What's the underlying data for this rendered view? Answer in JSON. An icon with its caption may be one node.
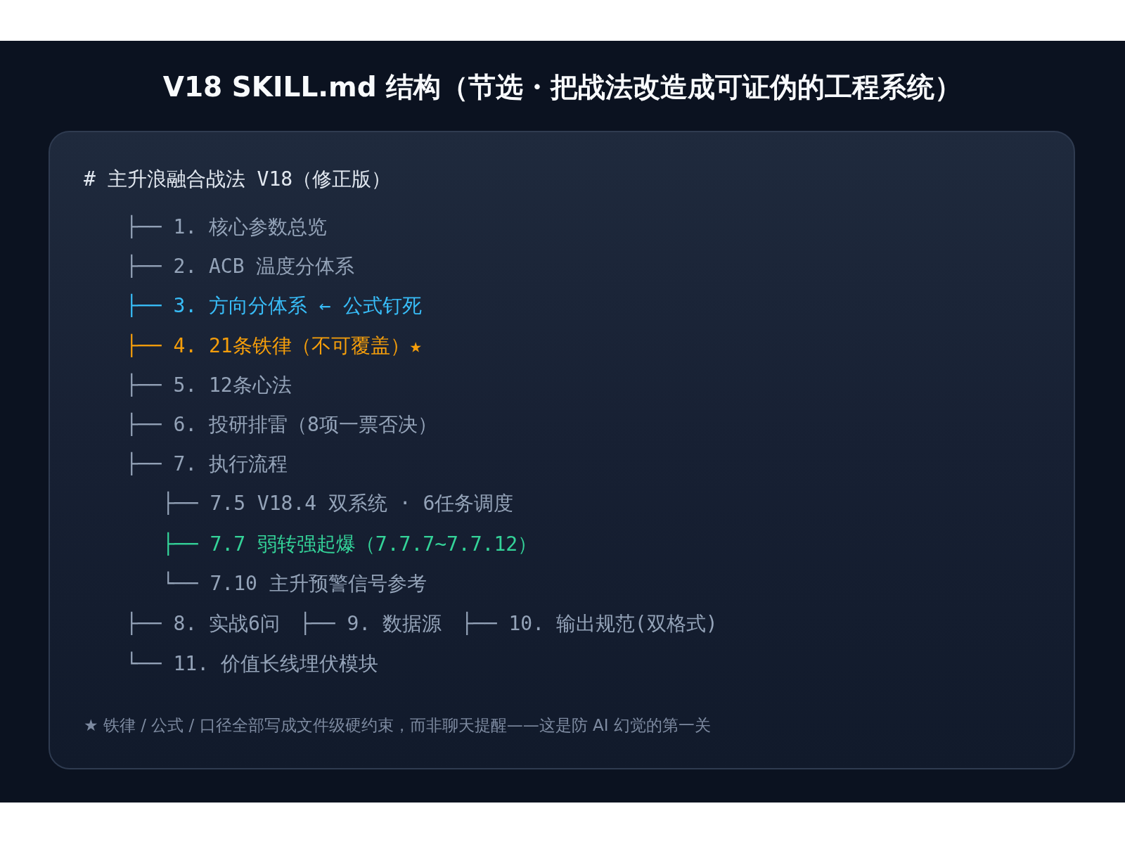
{
  "diagram": {
    "title": "V18 SKILL.md 结构（节选・把战法改造成可证伪的工程系统）",
    "nodes": [
      {
        "text": [
          "# 主升浪融合战法 V18（修正版）",
          "├── 1. 核心参数总览",
          "├── 2. ACB 温度分体系",
          "├── 3. 方向分体系 ← 公式钉死",
          "├── 4. 21条铁律（不可覆盖）★",
          "├── 5. 12条心法",
          "├── 6. 投研排雷（8项一票否决）",
          "├── 7. 执行流程",
          "├── 7.5 V18.4 双系统 · 6任务调度",
          "├── 7.7 弱转强起爆（7.7.7~7.7.12）",
          "└── 7.10 主升预警信号参考",
          "├── 8. 实战6问",
          "├── 9. 数据源",
          "├── 10. 输出规范(双格式)",
          "└── 11. 价值长线埋伏模块",
          "★ 铁律 / 公式 / 口径全部写成文件级硬约束，而非聊天提醒——这是防 AI 幻觉的第一关"
        ]
      }
    ]
  }
}
